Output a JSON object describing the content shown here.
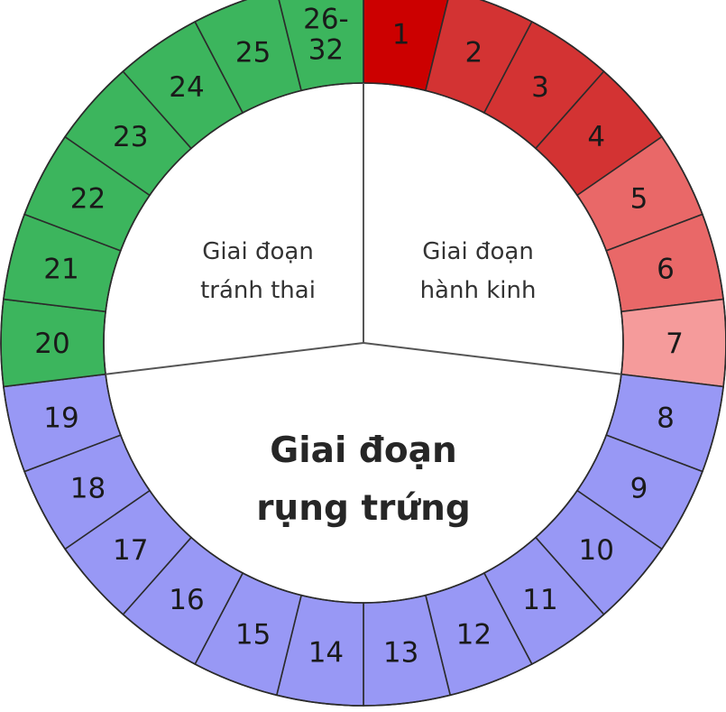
{
  "colors": {
    "menstrual_dark": "#cc0000",
    "menstrual_mid": "#d33333",
    "menstrual_light": "#e96868",
    "menstrual_pale": "#f59b9b",
    "ovulation": "#9898f5",
    "contraception": "#3cb55d",
    "outline": "#2b2b2b"
  },
  "segments": [
    {
      "label": "1",
      "phase": "menstrual",
      "color": "#cc0000"
    },
    {
      "label": "2",
      "phase": "menstrual",
      "color": "#d33333"
    },
    {
      "label": "3",
      "phase": "menstrual",
      "color": "#d33333"
    },
    {
      "label": "4",
      "phase": "menstrual",
      "color": "#d33333"
    },
    {
      "label": "5",
      "phase": "menstrual",
      "color": "#e96868"
    },
    {
      "label": "6",
      "phase": "menstrual",
      "color": "#e96868"
    },
    {
      "label": "7",
      "phase": "menstrual",
      "color": "#f59b9b"
    },
    {
      "label": "8",
      "phase": "ovulation",
      "color": "#9898f5"
    },
    {
      "label": "9",
      "phase": "ovulation",
      "color": "#9898f5"
    },
    {
      "label": "10",
      "phase": "ovulation",
      "color": "#9898f5"
    },
    {
      "label": "11",
      "phase": "ovulation",
      "color": "#9898f5"
    },
    {
      "label": "12",
      "phase": "ovulation",
      "color": "#9898f5"
    },
    {
      "label": "13",
      "phase": "ovulation",
      "color": "#9898f5"
    },
    {
      "label": "14",
      "phase": "ovulation",
      "color": "#9898f5"
    },
    {
      "label": "15",
      "phase": "ovulation",
      "color": "#9898f5"
    },
    {
      "label": "16",
      "phase": "ovulation",
      "color": "#9898f5"
    },
    {
      "label": "17",
      "phase": "ovulation",
      "color": "#9898f5"
    },
    {
      "label": "18",
      "phase": "ovulation",
      "color": "#9898f5"
    },
    {
      "label": "19",
      "phase": "ovulation",
      "color": "#9898f5"
    },
    {
      "label": "20",
      "phase": "contraception",
      "color": "#3cb55d"
    },
    {
      "label": "21",
      "phase": "contraception",
      "color": "#3cb55d"
    },
    {
      "label": "22",
      "phase": "contraception",
      "color": "#3cb55d"
    },
    {
      "label": "23",
      "phase": "contraception",
      "color": "#3cb55d"
    },
    {
      "label": "24",
      "phase": "contraception",
      "color": "#3cb55d"
    },
    {
      "label": "25",
      "phase": "contraception",
      "color": "#3cb55d"
    },
    {
      "label": "26-\n32",
      "phase": "contraception",
      "color": "#3cb55d"
    }
  ],
  "phases": {
    "contraception": {
      "line1": "Giai đoạn",
      "line2": "tránh thai"
    },
    "menstrual": {
      "line1": "Giai đoạn",
      "line2": "hành kinh"
    },
    "ovulation": {
      "line1": "Giai đoạn",
      "line2": "rụng trứng"
    }
  }
}
